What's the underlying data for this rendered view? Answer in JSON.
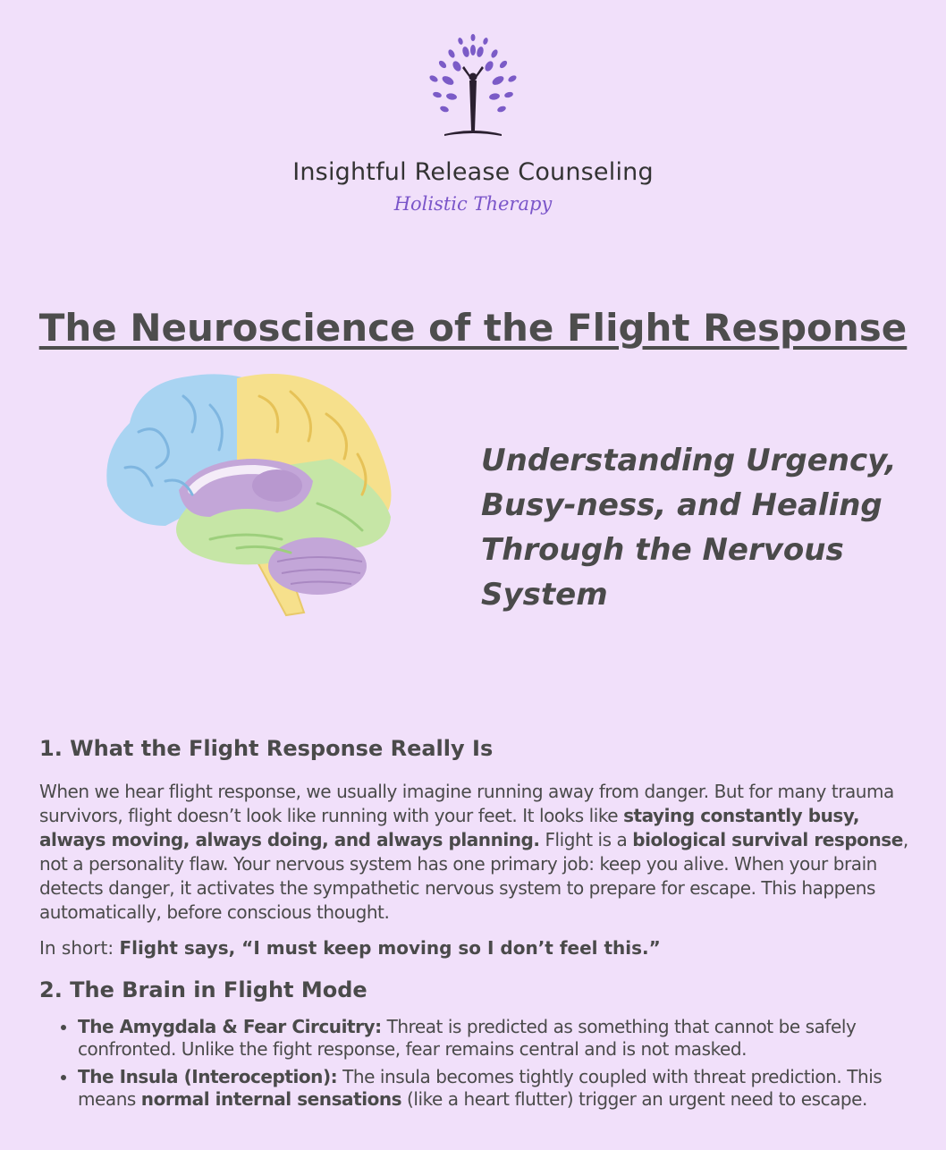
{
  "header": {
    "brand_name": "Insightful Release Counseling",
    "brand_tagline": "Holistic Therapy"
  },
  "title": "The Neuroscience of the Flight Response",
  "subtitle": "Understanding Urgency, Busy-ness, and Healing Through the Nervous System",
  "section1": {
    "heading": "1. What the Flight Response Really Is",
    "p1_a": "When we hear flight response, we usually imagine running away from danger. But for many trauma survivors, flight doesn’t look like running with your feet. It looks like ",
    "p1_b": "staying constantly busy, always moving, always doing, and always planning.",
    "p1_c": " Flight is a ",
    "p1_d": "biological survival response",
    "p1_e": ", not a personality flaw. Your nervous system has one primary job: keep you alive. When your brain detects danger, it activates the sympathetic nervous system to prepare for escape. This happens automatically, before conscious thought.",
    "p2_a": "In short: ",
    "p2_b": "Flight says, “I must keep moving so I don’t feel this.”"
  },
  "section2": {
    "heading": "2. The Brain in Flight Mode",
    "items": [
      {
        "label": "The Amygdala & Fear Circuitry:",
        "text": " Threat is predicted as something that cannot be safely confronted. Unlike the fight response, fear remains central and is not masked."
      },
      {
        "label": "The Insula (Interoception):",
        "text_a": " The insula becomes tightly coupled with threat prediction. This means ",
        "bold": "normal internal sensations",
        "text_b": " (like a heart flutter) trigger an urgent need to escape."
      }
    ]
  },
  "colors": {
    "background": "#f1e0fa",
    "text": "#4a4a4a",
    "accent_purple": "#7a55c9",
    "brain_blue": "#a9d4f2",
    "brain_yellow": "#f6e08c",
    "brain_green": "#c6e6a6",
    "brain_purple": "#c3a6d8"
  },
  "icons": {
    "logo": "tree-of-life-person-icon",
    "illustration": "brain-illustration"
  }
}
